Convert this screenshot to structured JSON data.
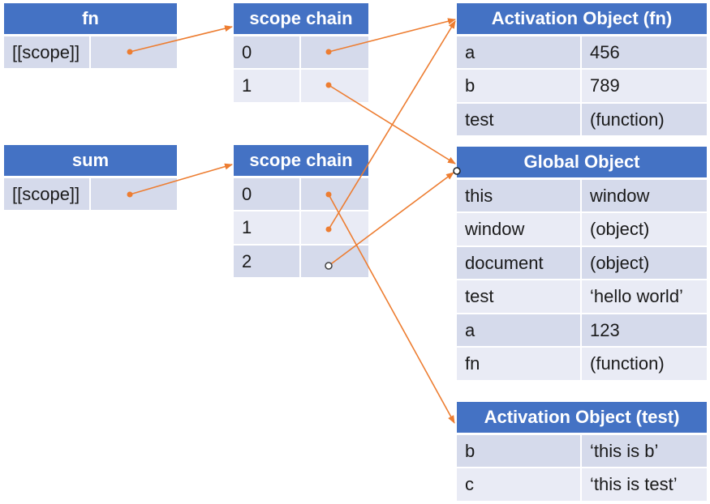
{
  "fn_box": {
    "title": "fn",
    "row_label": "[[scope]]"
  },
  "sum_box": {
    "title": "sum",
    "row_label": "[[scope]]"
  },
  "scope_chain_fn": {
    "title": "scope chain",
    "rows": [
      "0",
      "1"
    ]
  },
  "scope_chain_sum": {
    "title": "scope chain",
    "rows": [
      "0",
      "1",
      "2"
    ]
  },
  "ao_fn": {
    "title": "Activation Object (fn)",
    "rows": [
      {
        "key": "a",
        "value": "456"
      },
      {
        "key": "b",
        "value": "789"
      },
      {
        "key": "test",
        "value": "(function)"
      }
    ]
  },
  "global_object": {
    "title": "Global Object",
    "rows": [
      {
        "key": "this",
        "value": "window"
      },
      {
        "key": "window",
        "value": "(object)"
      },
      {
        "key": "document",
        "value": "(object)"
      },
      {
        "key": "test",
        "value": "‘hello world’"
      },
      {
        "key": "a",
        "value": "123"
      },
      {
        "key": "fn",
        "value": "(function)"
      }
    ]
  },
  "ao_test": {
    "title": "Activation Object (test)",
    "rows": [
      {
        "key": "b",
        "value": "‘this is b’"
      },
      {
        "key": "c",
        "value": "‘this is test’"
      }
    ]
  },
  "colors": {
    "header": "#4472c4",
    "row": "#d5daeb",
    "row_alt": "#e9ebf5",
    "arrow": "#ed7d31"
  }
}
